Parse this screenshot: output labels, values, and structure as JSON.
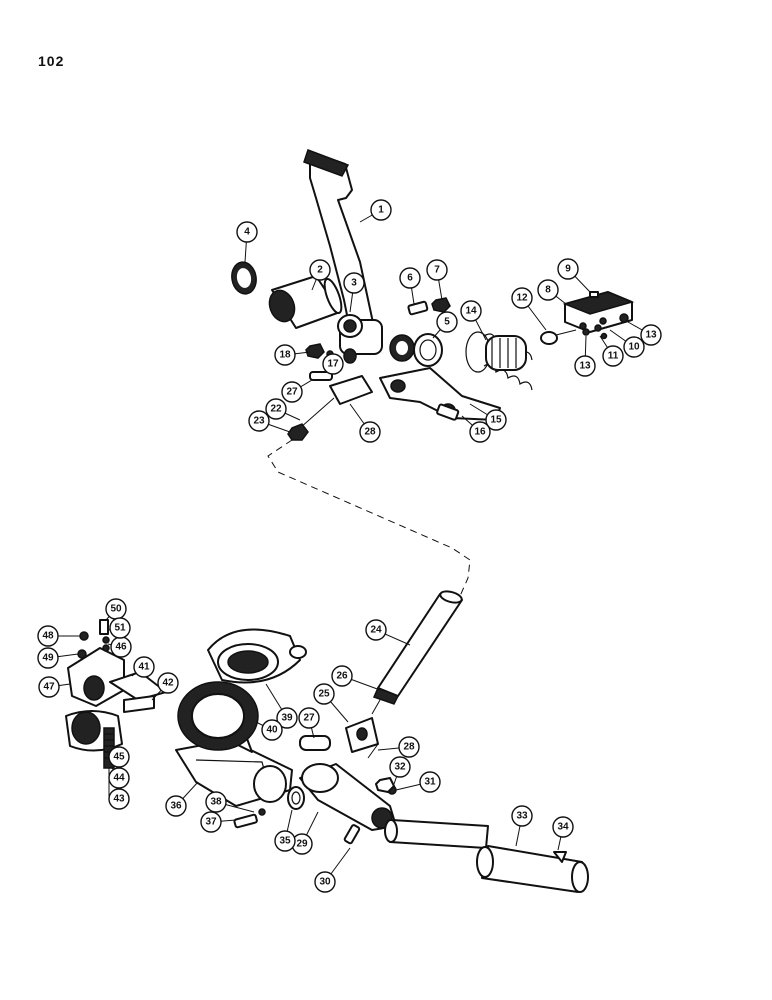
{
  "page": {
    "number": "102"
  },
  "callouts": [
    {
      "label": "1"
    },
    {
      "label": "2"
    },
    {
      "label": "3"
    },
    {
      "label": "4"
    },
    {
      "label": "5"
    },
    {
      "label": "6"
    },
    {
      "label": "7"
    },
    {
      "label": "8"
    },
    {
      "label": "9"
    },
    {
      "label": "10"
    },
    {
      "label": "11"
    },
    {
      "label": "12"
    },
    {
      "label": "13"
    },
    {
      "label": "13"
    },
    {
      "label": "14"
    },
    {
      "label": "15"
    },
    {
      "label": "16"
    },
    {
      "label": "17"
    },
    {
      "label": "18"
    },
    {
      "label": "22"
    },
    {
      "label": "23"
    },
    {
      "label": "27"
    },
    {
      "label": "28"
    },
    {
      "label": "24"
    },
    {
      "label": "25"
    },
    {
      "label": "26"
    },
    {
      "label": "27"
    },
    {
      "label": "28"
    },
    {
      "label": "29"
    },
    {
      "label": "30"
    },
    {
      "label": "31"
    },
    {
      "label": "32"
    },
    {
      "label": "33"
    },
    {
      "label": "34"
    },
    {
      "label": "35"
    },
    {
      "label": "36"
    },
    {
      "label": "37"
    },
    {
      "label": "38"
    },
    {
      "label": "39"
    },
    {
      "label": "40"
    },
    {
      "label": "41"
    },
    {
      "label": "42"
    },
    {
      "label": "43"
    },
    {
      "label": "44"
    },
    {
      "label": "45"
    },
    {
      "label": "46"
    },
    {
      "label": "47"
    },
    {
      "label": "48"
    },
    {
      "label": "49"
    },
    {
      "label": "50"
    },
    {
      "label": "51"
    }
  ]
}
